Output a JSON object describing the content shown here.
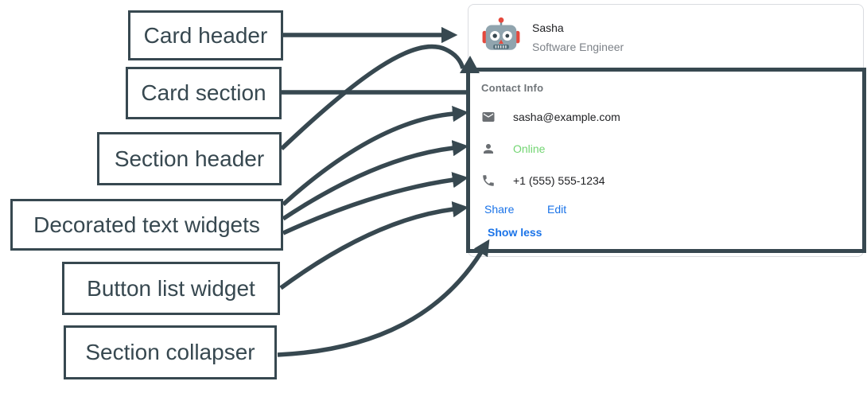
{
  "colors": {
    "annotation": "#374850",
    "card_border": "#dadce0",
    "link_blue": "#1a73e8",
    "online_green": "#72d572",
    "text_primary": "#202124",
    "text_secondary": "#7d8288",
    "section_title_gray": "#6f7478",
    "icon_gray": "#6b6f73",
    "avatar_red": "#e5493d",
    "avatar_gray": "#90a4ae"
  },
  "annotations": [
    {
      "label": "Card header",
      "target": "card-header"
    },
    {
      "label": "Card section",
      "target": "card-section-outline"
    },
    {
      "label": "Section header",
      "target": "section-title"
    },
    {
      "label": "Decorated text widgets",
      "target": "decorated-text-rows"
    },
    {
      "label": "Button list widget",
      "target": "button-list"
    },
    {
      "label": "Section collapser",
      "target": "section-collapser"
    }
  ],
  "card": {
    "header": {
      "name": "Sasha",
      "role": "Software Engineer",
      "avatar_icon": "robot-avatar"
    },
    "section": {
      "title": "Contact Info",
      "widgets": [
        {
          "icon": "email-icon",
          "text": "sasha@example.com"
        },
        {
          "icon": "person-icon",
          "text": "Online"
        },
        {
          "icon": "phone-icon",
          "text": "+1 (555) 555-1234"
        }
      ],
      "buttons": [
        {
          "label": "Share"
        },
        {
          "label": "Edit"
        }
      ],
      "collapser": {
        "label": "Show less"
      }
    }
  }
}
